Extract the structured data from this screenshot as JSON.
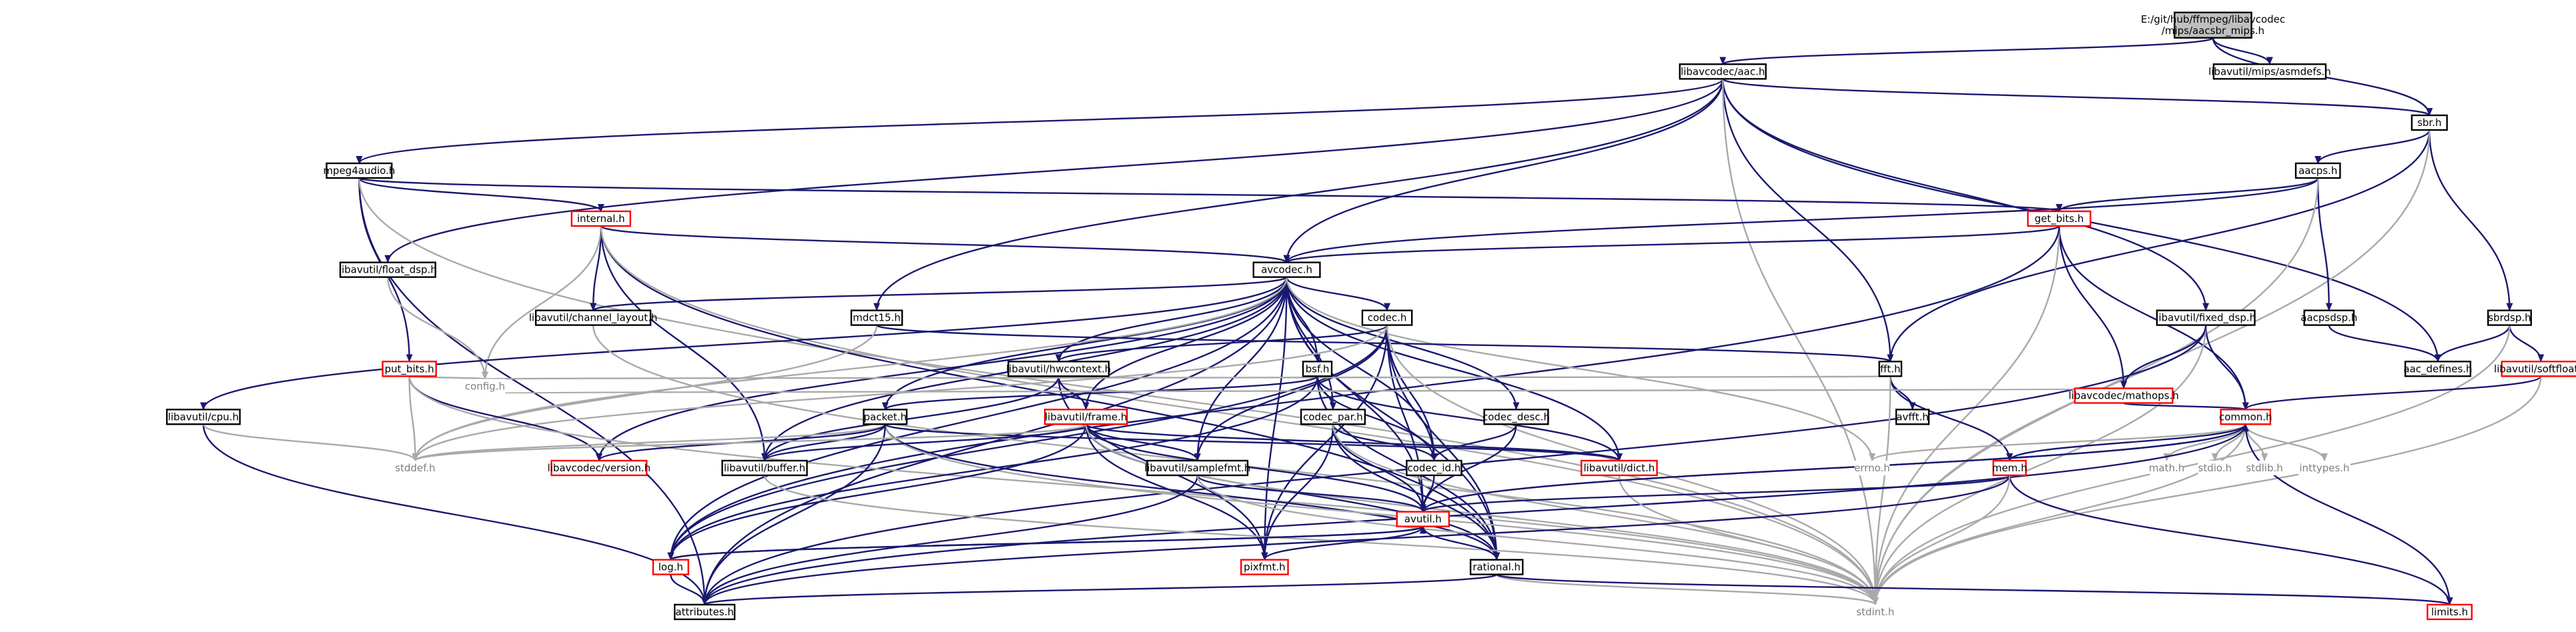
{
  "colors": {
    "edge": "#191970",
    "edge_system": "#a9a9a9",
    "node_border": "#000000",
    "truncated_border": "#ff0000",
    "root_fill": "#bfbfbf",
    "system_text": "#7f7f7f"
  },
  "nodes": [
    {
      "id": "root",
      "lines": [
        "E:/git/hub/ffmpeg/libavcodec",
        "/mips/aacsbr_mips.h"
      ],
      "kind": "root"
    },
    {
      "id": "aac",
      "lines": [
        "libavcodec/aac.h"
      ],
      "kind": "normal"
    },
    {
      "id": "asmdefs",
      "lines": [
        "libavutil/mips/asmdefs.h"
      ],
      "kind": "normal"
    },
    {
      "id": "sbr",
      "lines": [
        "sbr.h"
      ],
      "kind": "normal"
    },
    {
      "id": "mpeg4audio",
      "lines": [
        "mpeg4audio.h"
      ],
      "kind": "normal"
    },
    {
      "id": "aacps",
      "lines": [
        "aacps.h"
      ],
      "kind": "normal"
    },
    {
      "id": "internal",
      "lines": [
        "internal.h"
      ],
      "kind": "trunc"
    },
    {
      "id": "getbits",
      "lines": [
        "get_bits.h"
      ],
      "kind": "trunc"
    },
    {
      "id": "floatdsp",
      "lines": [
        "libavutil/float_dsp.h"
      ],
      "kind": "normal"
    },
    {
      "id": "avcodec",
      "lines": [
        "avcodec.h"
      ],
      "kind": "normal"
    },
    {
      "id": "chlayout",
      "lines": [
        "libavutil/channel_layout.h"
      ],
      "kind": "normal"
    },
    {
      "id": "mdct15",
      "lines": [
        "mdct15.h"
      ],
      "kind": "normal"
    },
    {
      "id": "codec",
      "lines": [
        "codec.h"
      ],
      "kind": "normal"
    },
    {
      "id": "fixeddsp",
      "lines": [
        "libavutil/fixed_dsp.h"
      ],
      "kind": "normal"
    },
    {
      "id": "aacpsdsp",
      "lines": [
        "aacpsdsp.h"
      ],
      "kind": "normal"
    },
    {
      "id": "sbrdsp",
      "lines": [
        "sbrdsp.h"
      ],
      "kind": "normal"
    },
    {
      "id": "putbits",
      "lines": [
        "put_bits.h"
      ],
      "kind": "trunc"
    },
    {
      "id": "hwcontext",
      "lines": [
        "libavutil/hwcontext.h"
      ],
      "kind": "normal"
    },
    {
      "id": "fft",
      "lines": [
        "fft.h"
      ],
      "kind": "normal"
    },
    {
      "id": "bsf",
      "lines": [
        "bsf.h"
      ],
      "kind": "normal"
    },
    {
      "id": "mathops",
      "lines": [
        "libavcodec/mathops.h"
      ],
      "kind": "trunc"
    },
    {
      "id": "aacdefines",
      "lines": [
        "aac_defines.h"
      ],
      "kind": "normal"
    },
    {
      "id": "softfloat",
      "lines": [
        "libavutil/softfloat.h"
      ],
      "kind": "trunc"
    },
    {
      "id": "cpu",
      "lines": [
        "libavutil/cpu.h"
      ],
      "kind": "normal"
    },
    {
      "id": "config",
      "lines": [
        "config.h"
      ],
      "kind": "sys"
    },
    {
      "id": "packet",
      "lines": [
        "packet.h"
      ],
      "kind": "normal"
    },
    {
      "id": "frame",
      "lines": [
        "libavutil/frame.h"
      ],
      "kind": "trunc"
    },
    {
      "id": "codecpar",
      "lines": [
        "codec_par.h"
      ],
      "kind": "normal"
    },
    {
      "id": "codecdesc",
      "lines": [
        "codec_desc.h"
      ],
      "kind": "normal"
    },
    {
      "id": "avfft",
      "lines": [
        "avfft.h"
      ],
      "kind": "normal"
    },
    {
      "id": "common",
      "lines": [
        "common.h"
      ],
      "kind": "trunc"
    },
    {
      "id": "stddef",
      "lines": [
        "stddef.h"
      ],
      "kind": "sys"
    },
    {
      "id": "version",
      "lines": [
        "libavcodec/version.h"
      ],
      "kind": "trunc"
    },
    {
      "id": "buffer",
      "lines": [
        "libavutil/buffer.h"
      ],
      "kind": "normal"
    },
    {
      "id": "samplefmt",
      "lines": [
        "libavutil/samplefmt.h"
      ],
      "kind": "normal"
    },
    {
      "id": "codecid",
      "lines": [
        "codec_id.h"
      ],
      "kind": "normal"
    },
    {
      "id": "dict",
      "lines": [
        "libavutil/dict.h"
      ],
      "kind": "trunc"
    },
    {
      "id": "errno",
      "lines": [
        "errno.h"
      ],
      "kind": "sys"
    },
    {
      "id": "mem",
      "lines": [
        "mem.h"
      ],
      "kind": "trunc"
    },
    {
      "id": "math",
      "lines": [
        "math.h"
      ],
      "kind": "sys"
    },
    {
      "id": "stdio",
      "lines": [
        "stdio.h"
      ],
      "kind": "sys"
    },
    {
      "id": "stdlib",
      "lines": [
        "stdlib.h"
      ],
      "kind": "sys"
    },
    {
      "id": "inttypes",
      "lines": [
        "inttypes.h"
      ],
      "kind": "sys"
    },
    {
      "id": "avutil",
      "lines": [
        "avutil.h"
      ],
      "kind": "trunc"
    },
    {
      "id": "log",
      "lines": [
        "log.h"
      ],
      "kind": "trunc"
    },
    {
      "id": "pixfmt",
      "lines": [
        "pixfmt.h"
      ],
      "kind": "trunc"
    },
    {
      "id": "rational",
      "lines": [
        "rational.h"
      ],
      "kind": "normal"
    },
    {
      "id": "attributes",
      "lines": [
        "attributes.h"
      ],
      "kind": "normal"
    },
    {
      "id": "stdint",
      "lines": [
        "stdint.h"
      ],
      "kind": "sys"
    },
    {
      "id": "limits",
      "lines": [
        "limits.h"
      ],
      "kind": "trunc"
    }
  ],
  "edges": [
    [
      "root",
      "aac"
    ],
    [
      "root",
      "asmdefs"
    ],
    [
      "root",
      "sbr"
    ],
    [
      "aac",
      "mpeg4audio"
    ],
    [
      "aac",
      "floatdsp"
    ],
    [
      "aac",
      "avcodec"
    ],
    [
      "aac",
      "mdct15"
    ],
    [
      "aac",
      "fft"
    ],
    [
      "aac",
      "fixeddsp"
    ],
    [
      "aac",
      "aacdefines"
    ],
    [
      "aac",
      "sbr"
    ],
    [
      "aac",
      "stdint"
    ],
    [
      "sbr",
      "aacps"
    ],
    [
      "sbr",
      "sbrdsp"
    ],
    [
      "sbr",
      "fft"
    ],
    [
      "sbr",
      "stdint"
    ],
    [
      "mpeg4audio",
      "internal"
    ],
    [
      "mpeg4audio",
      "getbits"
    ],
    [
      "mpeg4audio",
      "putbits"
    ],
    [
      "mpeg4audio",
      "attributes"
    ],
    [
      "mpeg4audio",
      "stdint"
    ],
    [
      "aacps",
      "avcodec"
    ],
    [
      "aacps",
      "getbits"
    ],
    [
      "aacps",
      "aacpsdsp"
    ],
    [
      "aacps",
      "stdint"
    ],
    [
      "internal",
      "avcodec"
    ],
    [
      "internal",
      "chlayout"
    ],
    [
      "internal",
      "config"
    ],
    [
      "internal",
      "buffer"
    ],
    [
      "internal",
      "rational"
    ],
    [
      "internal",
      "stdint"
    ],
    [
      "getbits",
      "avcodec"
    ],
    [
      "getbits",
      "mathops"
    ],
    [
      "getbits",
      "common"
    ],
    [
      "getbits",
      "stdint"
    ],
    [
      "getbits",
      "log"
    ],
    [
      "floatdsp",
      "config"
    ],
    [
      "avcodec",
      "codec"
    ],
    [
      "avcodec",
      "hwcontext"
    ],
    [
      "avcodec",
      "bsf"
    ],
    [
      "avcodec",
      "codecpar"
    ],
    [
      "avcodec",
      "codecdesc"
    ],
    [
      "avcodec",
      "codecid"
    ],
    [
      "avcodec",
      "packet"
    ],
    [
      "avcodec",
      "frame"
    ],
    [
      "avcodec",
      "samplefmt"
    ],
    [
      "avcodec",
      "buffer"
    ],
    [
      "avcodec",
      "dict"
    ],
    [
      "avcodec",
      "version"
    ],
    [
      "avcodec",
      "avutil"
    ],
    [
      "avcodec",
      "rational"
    ],
    [
      "avcodec",
      "pixfmt"
    ],
    [
      "avcodec",
      "log"
    ],
    [
      "avcodec",
      "attributes"
    ],
    [
      "avcodec",
      "errno"
    ],
    [
      "avcodec",
      "chlayout"
    ],
    [
      "avcodec",
      "cpu"
    ],
    [
      "avcodec",
      "stddef"
    ],
    [
      "chlayout",
      "stdint"
    ],
    [
      "mdct15",
      "fft"
    ],
    [
      "mdct15",
      "stddef"
    ],
    [
      "codec",
      "hwcontext"
    ],
    [
      "codec",
      "codecid"
    ],
    [
      "codec",
      "avutil"
    ],
    [
      "codec",
      "rational"
    ],
    [
      "codec",
      "pixfmt"
    ],
    [
      "codec",
      "samplefmt"
    ],
    [
      "codec",
      "log"
    ],
    [
      "codec",
      "stdint"
    ],
    [
      "codec",
      "stddef"
    ],
    [
      "fixeddsp",
      "common"
    ],
    [
      "fixeddsp",
      "mathops"
    ],
    [
      "fixeddsp",
      "stdint"
    ],
    [
      "fixeddsp",
      "attributes"
    ],
    [
      "aacpsdsp",
      "aacdefines"
    ],
    [
      "sbrdsp",
      "aacdefines"
    ],
    [
      "sbrdsp",
      "softfloat"
    ],
    [
      "sbrdsp",
      "stdint"
    ],
    [
      "putbits",
      "config"
    ],
    [
      "putbits",
      "stddef"
    ],
    [
      "putbits",
      "version"
    ],
    [
      "putbits",
      "stdint"
    ],
    [
      "hwcontext",
      "buffer"
    ],
    [
      "hwcontext",
      "frame"
    ],
    [
      "hwcontext",
      "pixfmt"
    ],
    [
      "fft",
      "config"
    ],
    [
      "fft",
      "avfft"
    ],
    [
      "fft",
      "mem"
    ],
    [
      "fft",
      "stdint"
    ],
    [
      "bsf",
      "packet"
    ],
    [
      "bsf",
      "codecpar"
    ],
    [
      "bsf",
      "codecid"
    ],
    [
      "bsf",
      "dict"
    ],
    [
      "bsf",
      "rational"
    ],
    [
      "bsf",
      "log"
    ],
    [
      "mathops",
      "config"
    ],
    [
      "mathops",
      "common"
    ],
    [
      "softfloat",
      "common"
    ],
    [
      "softfloat",
      "stdint"
    ],
    [
      "cpu",
      "attributes"
    ],
    [
      "cpu",
      "stddef"
    ],
    [
      "packet",
      "buffer"
    ],
    [
      "packet",
      "dict"
    ],
    [
      "packet",
      "rational"
    ],
    [
      "packet",
      "stdint"
    ],
    [
      "packet",
      "stddef"
    ],
    [
      "packet",
      "version"
    ],
    [
      "packet",
      "attributes"
    ],
    [
      "frame",
      "buffer"
    ],
    [
      "frame",
      "dict"
    ],
    [
      "frame",
      "samplefmt"
    ],
    [
      "frame",
      "avutil"
    ],
    [
      "frame",
      "rational"
    ],
    [
      "frame",
      "pixfmt"
    ],
    [
      "frame",
      "log"
    ],
    [
      "frame",
      "stdint"
    ],
    [
      "frame",
      "stddef"
    ],
    [
      "codecpar",
      "codecid"
    ],
    [
      "codecpar",
      "avutil"
    ],
    [
      "codecpar",
      "rational"
    ],
    [
      "codecpar",
      "pixfmt"
    ],
    [
      "codecpar",
      "stdint"
    ],
    [
      "codecdesc",
      "codecid"
    ],
    [
      "codecdesc",
      "avutil"
    ],
    [
      "common",
      "errno"
    ],
    [
      "common",
      "math"
    ],
    [
      "common",
      "stdio"
    ],
    [
      "common",
      "stdlib"
    ],
    [
      "common",
      "inttypes"
    ],
    [
      "common",
      "limits"
    ],
    [
      "common",
      "mem"
    ],
    [
      "common",
      "avutil"
    ],
    [
      "common",
      "attributes"
    ],
    [
      "common",
      "stdint"
    ],
    [
      "buffer",
      "stdint"
    ],
    [
      "samplefmt",
      "avutil"
    ],
    [
      "samplefmt",
      "attributes"
    ],
    [
      "samplefmt",
      "stdint"
    ],
    [
      "codecid",
      "avutil"
    ],
    [
      "dict",
      "stdint"
    ],
    [
      "mem",
      "attributes"
    ],
    [
      "mem",
      "avutil"
    ],
    [
      "mem",
      "limits"
    ],
    [
      "mem",
      "stdint"
    ],
    [
      "avutil",
      "log"
    ],
    [
      "avutil",
      "pixfmt"
    ],
    [
      "avutil",
      "rational"
    ],
    [
      "avutil",
      "common"
    ],
    [
      "log",
      "avutil"
    ],
    [
      "log",
      "attributes"
    ],
    [
      "rational",
      "attributes"
    ],
    [
      "rational",
      "stdint"
    ],
    [
      "rational",
      "limits"
    ]
  ]
}
